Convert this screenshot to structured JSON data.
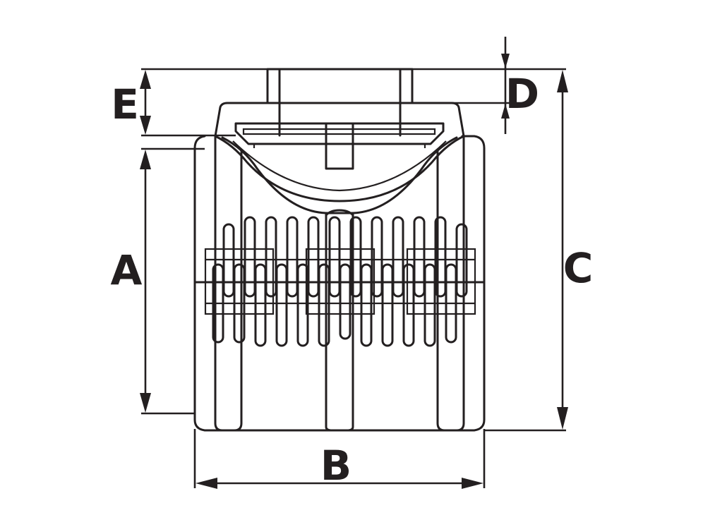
{
  "diagram": {
    "labels": {
      "a": "A",
      "b": "B",
      "c": "C",
      "d": "D",
      "e": "E"
    },
    "colors": {
      "stroke": "#231f20",
      "background": "#ffffff"
    }
  }
}
